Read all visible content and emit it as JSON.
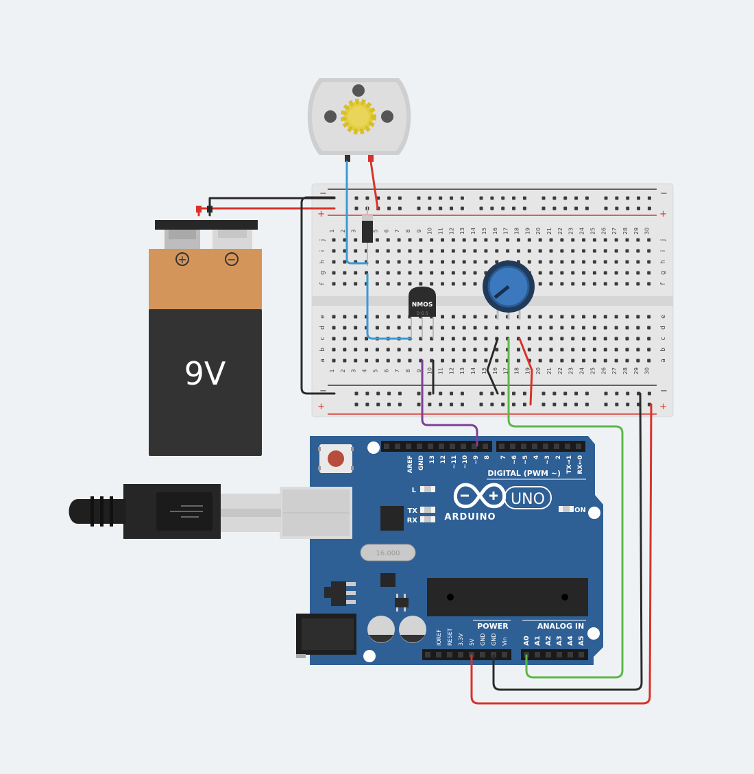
{
  "battery": {
    "label": "9V",
    "plus": "+",
    "minus": "−"
  },
  "transistor": {
    "label": "NMOS",
    "pins": "D G S"
  },
  "arduino": {
    "brand": "ARDUINO",
    "model": "UNO",
    "on_label": "ON",
    "l_label": "L",
    "tx_label": "TX",
    "rx_label": "RX",
    "crystal": "16.000",
    "digital_label": "DIGITAL (PWM ~)",
    "power_label": "POWER",
    "analog_label": "ANALOG IN",
    "top_pins": [
      "AREF",
      "GND",
      "13",
      "12",
      "~11",
      "~10",
      "~9",
      "8",
      "7",
      "~6",
      "~5",
      "4",
      "~3",
      "2",
      "TX→1",
      "RX←0"
    ],
    "power_pins": [
      "IOREF",
      "RESET",
      "3.3V",
      "5V",
      "GND",
      "GND",
      "Vin"
    ],
    "analog_pins": [
      "A0",
      "A1",
      "A2",
      "A3",
      "A4",
      "A5"
    ]
  },
  "breadboard": {
    "rail_minus": "−",
    "rail_plus": "+",
    "columns": [
      "1",
      "2",
      "3",
      "4",
      "5",
      "6",
      "7",
      "8",
      "9",
      "10",
      "11",
      "12",
      "13",
      "14",
      "15",
      "16",
      "17",
      "18",
      "19",
      "20",
      "21",
      "22",
      "23",
      "24",
      "25",
      "26",
      "27",
      "28",
      "29",
      "30"
    ],
    "rows_top": [
      "j",
      "i",
      "h",
      "g",
      "f"
    ],
    "rows_bottom": [
      "e",
      "d",
      "c",
      "b",
      "a"
    ]
  },
  "colors": {
    "background": "#eff2f4",
    "board": "#2e5f95",
    "breadboard": "#e6e6e6",
    "wire_red": "#d8322a",
    "wire_black": "#2a2a2a",
    "wire_blue": "#3a9ad6",
    "wire_green": "#5cb848",
    "wire_purple": "#7f3e98",
    "battery_top": "#d4955a",
    "battery_body": "#333333"
  }
}
